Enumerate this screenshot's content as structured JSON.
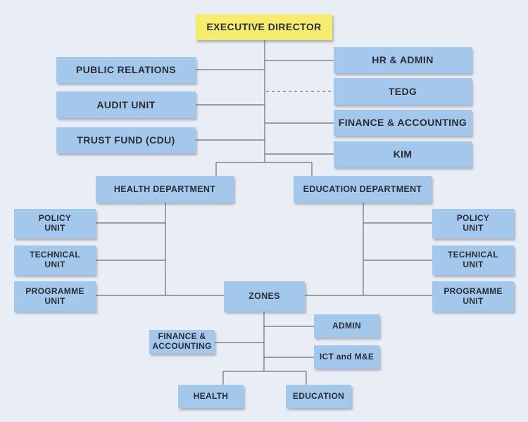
{
  "org": {
    "executive": "EXECUTIVE DIRECTOR",
    "left_units": [
      "PUBLIC RELATIONS",
      "AUDIT UNIT",
      "TRUST FUND (CDU)"
    ],
    "right_units": [
      "HR & ADMIN",
      "TEDG",
      "FINANCE & ACCOUNTING",
      "KIM"
    ],
    "health_department": "HEALTH DEPARTMENT",
    "education_department": "EDUCATION DEPARTMENT",
    "health_units": [
      "POLICY\nUNIT",
      "TECHNICAL\nUNIT",
      "PROGRAMME\nUNIT"
    ],
    "education_units": [
      "POLICY\nUNIT",
      "TECHNICAL\nUNIT",
      "PROGRAMME\nUNIT"
    ],
    "zones": "ZONES",
    "zone_finance": "FINANCE &\nACCOUNTING",
    "zone_admin": "ADMIN",
    "zone_ict": "ICT and M&E",
    "zone_health": "HEALTH",
    "zone_education": "EDUCATION"
  },
  "colors": {
    "unit_box": "#a4c8ec",
    "executive_box": "#f6ec6e",
    "connector": "#6b6f78",
    "background": "#e9eef6"
  }
}
